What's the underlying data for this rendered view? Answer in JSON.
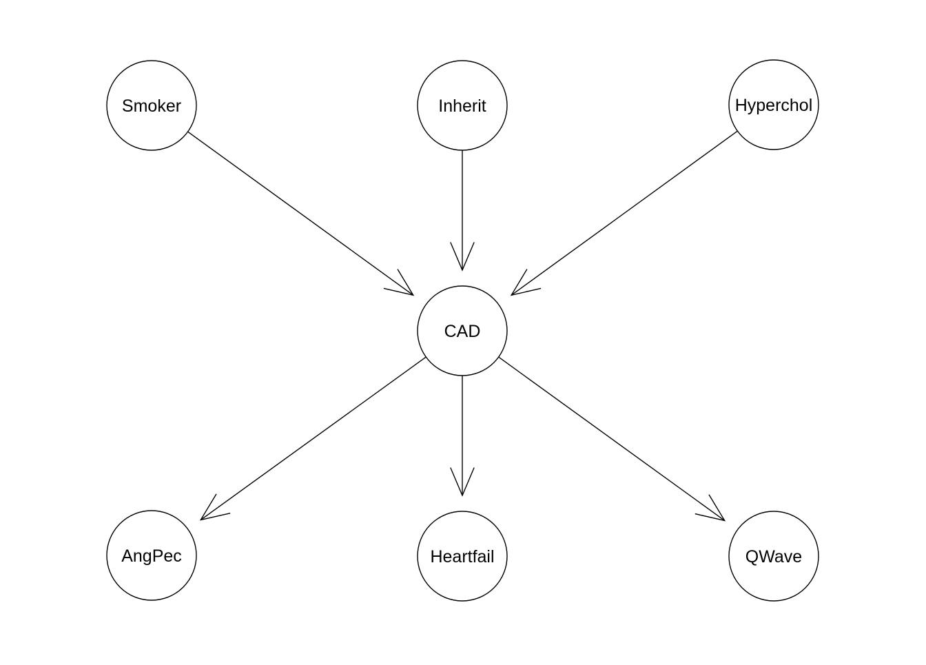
{
  "diagram": {
    "type": "directed-graph",
    "nodes": [
      {
        "id": "smoker",
        "label": "Smoker"
      },
      {
        "id": "inherit",
        "label": "Inherit"
      },
      {
        "id": "hyperchol",
        "label": "Hyperchol"
      },
      {
        "id": "cad",
        "label": "CAD"
      },
      {
        "id": "angpec",
        "label": "AngPec"
      },
      {
        "id": "heartfail",
        "label": "Heartfail"
      },
      {
        "id": "qwave",
        "label": "QWave"
      }
    ],
    "edges": [
      {
        "from": "smoker",
        "to": "cad"
      },
      {
        "from": "inherit",
        "to": "cad"
      },
      {
        "from": "hyperchol",
        "to": "cad"
      },
      {
        "from": "cad",
        "to": "angpec"
      },
      {
        "from": "cad",
        "to": "heartfail"
      },
      {
        "from": "cad",
        "to": "qwave"
      }
    ]
  }
}
